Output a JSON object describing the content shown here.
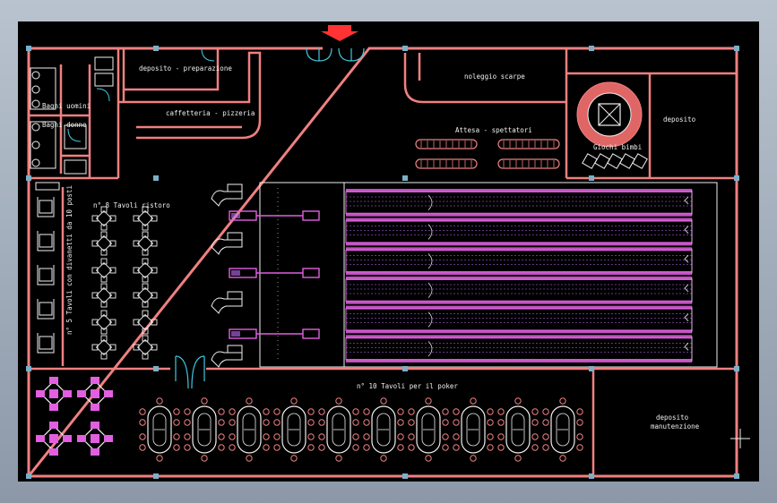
{
  "colors": {
    "wall": "#f08080",
    "wall_dark": "#e06666",
    "magenta": "#e060e0",
    "violet": "#c070ff",
    "cyan": "#40c8e0",
    "grip": "#7ab0c8",
    "white": "#f0f0f0",
    "red_arrow": "#ff3333",
    "background": "#000000"
  },
  "icons": {
    "entrance": "entrance-arrow-icon",
    "crosshair": "crosshair-cursor-icon"
  },
  "labels": {
    "bagni_uomini": "Bagni uomini",
    "bagni_donne": "Bagni donne",
    "deposito_preparazione": "deposito - preparazione",
    "caffetteria": "caffetteria - pizzeria",
    "noleggio": "noleggio scarpe",
    "attesa": "Attesa - spettatori",
    "giochi": "Giochi bimbi",
    "deposito": "deposito",
    "tavoli_ristoro": "n° 8 Tavoli ristoro",
    "tavoli_divanetti": "n° 5 Tavoli con divanetti da 10 posti",
    "tavoli_poker": "n° 10 Tavoli per il poker",
    "deposito_manutenzione_1": "deposito",
    "deposito_manutenzione_2": "manutenzione"
  },
  "bowling": {
    "lane_count": 6
  },
  "poker_tables": {
    "count": 10
  }
}
